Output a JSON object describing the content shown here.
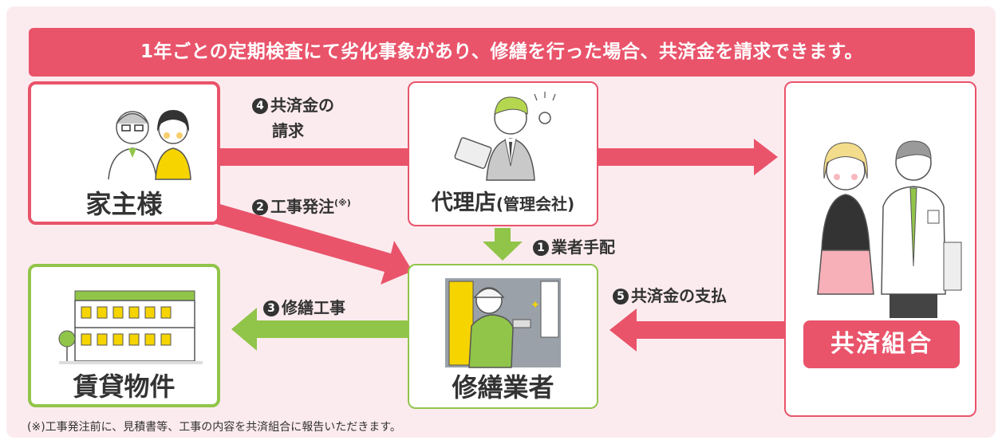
{
  "banner": "1年ごとの定期検査にて劣化事象があり、修繕を行った場合、共済金を請求できます。",
  "homeowner": {
    "label": "家主様"
  },
  "agency": {
    "label": "代理店",
    "sub": "(管理会社)"
  },
  "union": {
    "label": "共済組合"
  },
  "property": {
    "label": "賃貸物件"
  },
  "contractor": {
    "label": "修繕業者"
  },
  "steps": {
    "s1": {
      "num": "1",
      "label": "業者手配"
    },
    "s2": {
      "num": "2",
      "label": "工事発注",
      "note": "(※)"
    },
    "s3": {
      "num": "3",
      "label": "修繕工事"
    },
    "s4": {
      "num": "4",
      "line1": "共済金の",
      "line2": "請求"
    },
    "s5": {
      "num": "5",
      "label": "共済金の支払"
    }
  },
  "footnote": "(※)工事発注前に、見積書等、工事の内容を共済組合に報告いただきます。",
  "colors": {
    "pink": "#e9546b",
    "green": "#91c54a",
    "bg": "#fcebee"
  }
}
